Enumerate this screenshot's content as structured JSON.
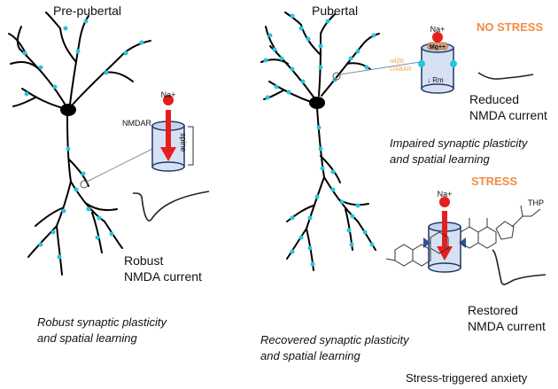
{
  "panels": {
    "left_title": "Pre-pubertal",
    "right_title": "Pubertal"
  },
  "left": {
    "channel_label": "NMDAR",
    "ion_label": "Na+",
    "spine_label": "spine",
    "current_title": "Robust",
    "current_subtitle": "NMDA current",
    "outcome_line1": "Robust synaptic plasticity",
    "outcome_line2": "and spatial learning"
  },
  "right_top": {
    "condition": "NO STRESS",
    "ion_label": "Na+",
    "block_label": "Mg++",
    "receptor_line1": "α4β6",
    "receptor_line2": "GABAR",
    "rm_label": "↓ Rm",
    "current_title": "Reduced",
    "current_subtitle": "NMDA current",
    "outcome_line1": "Impaired synaptic plasticity",
    "outcome_line2": "and spatial learning"
  },
  "right_bottom": {
    "condition": "STRESS",
    "ion_label": "Na+",
    "steroid_label": "THP",
    "current_title": "Restored",
    "current_subtitle": "NMDA current",
    "outcome_line1": "Recovered synaptic plasticity",
    "outcome_line2": "and spatial learning",
    "footnote": "Stress-triggered anxiety"
  },
  "colors": {
    "neuron": "#000000",
    "spine_dot": "#22c6e0",
    "ion": "#e41f1f",
    "channel_fill": "#d6e2f3",
    "channel_stroke": "#1f3864",
    "accent": "#f08c45",
    "gaba_text": "#f0a85c"
  }
}
